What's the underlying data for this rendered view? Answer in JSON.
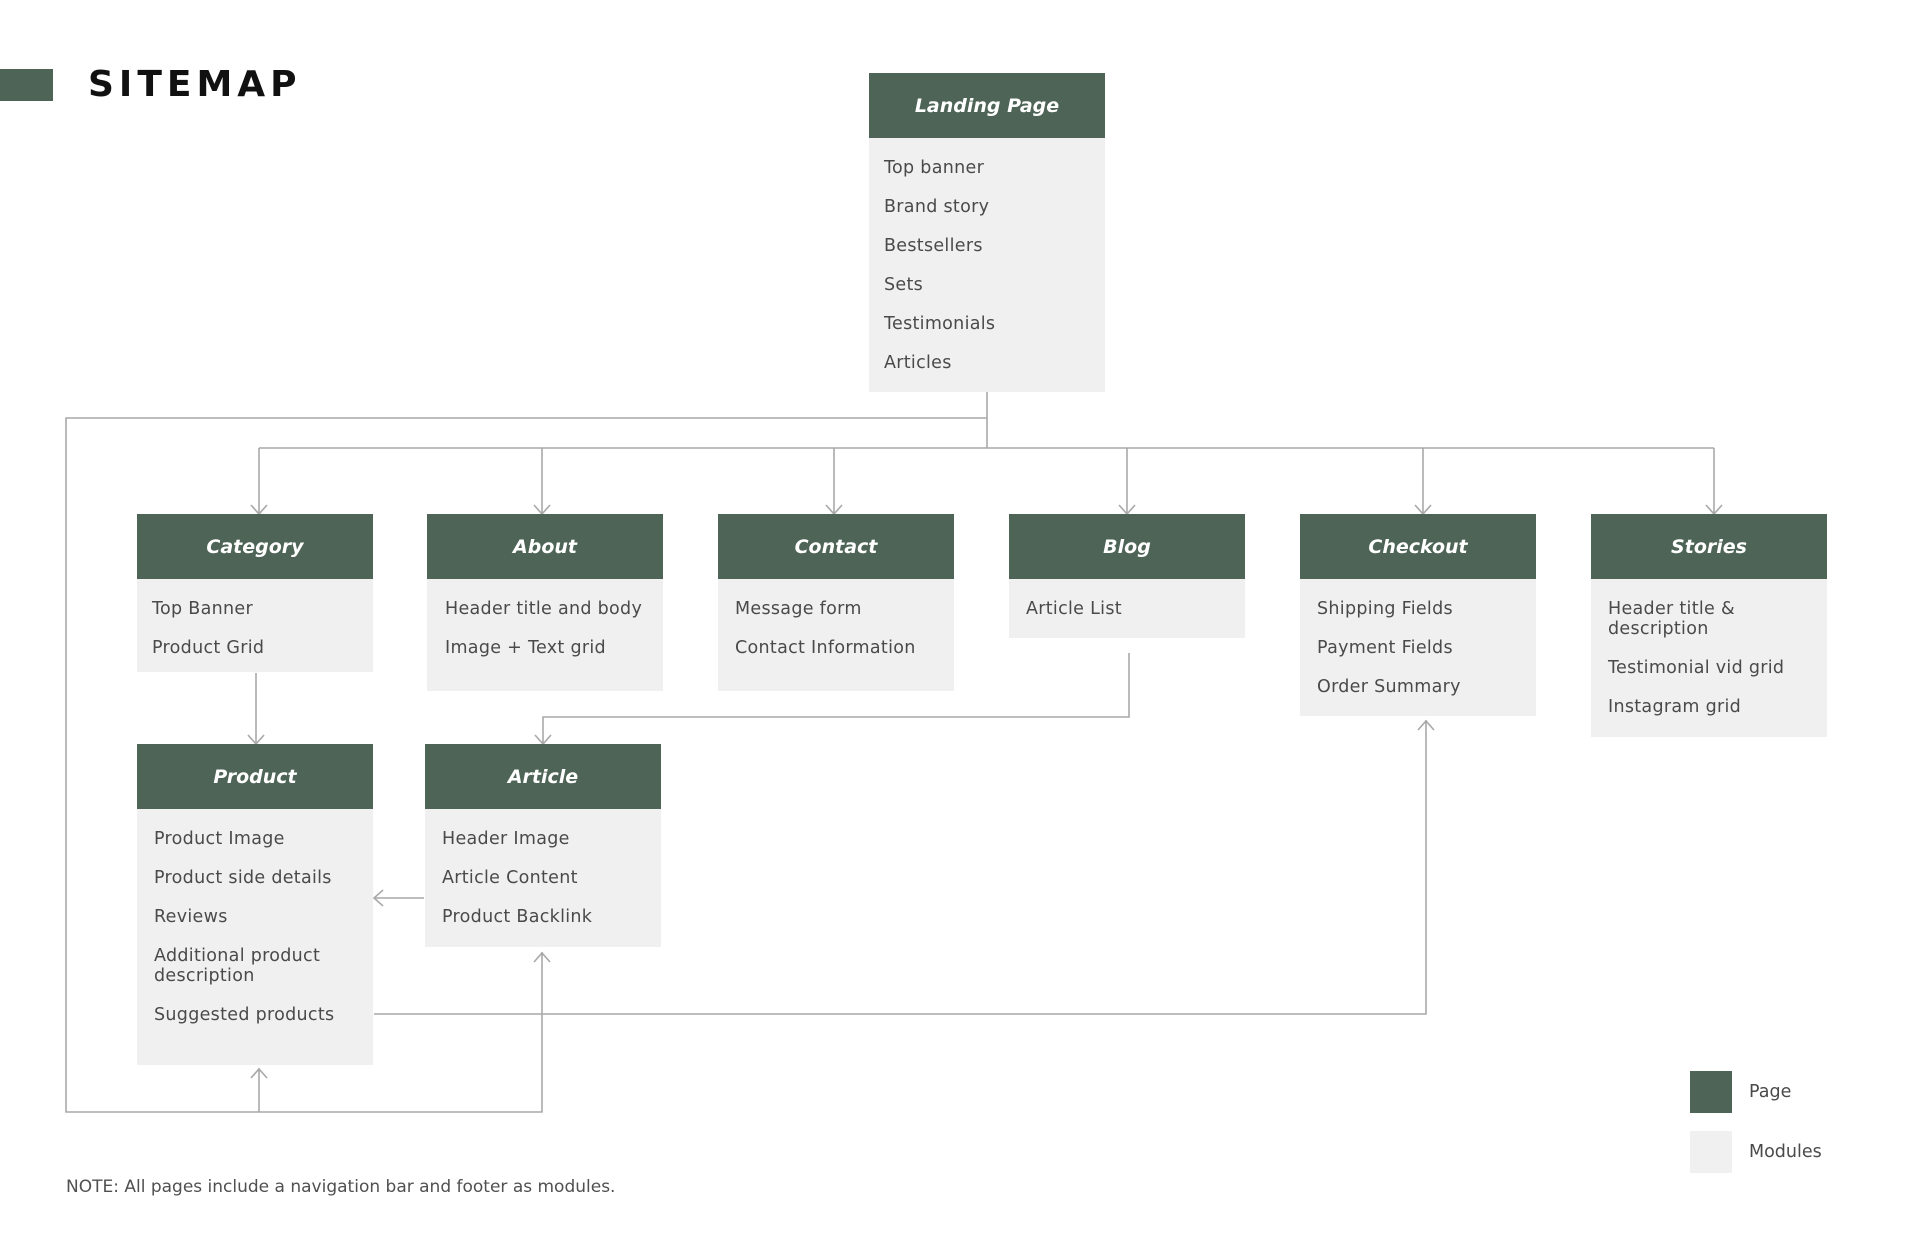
{
  "title": "SITEMAP",
  "colors": {
    "page": "#4e6456",
    "modules": "#f0f0f0",
    "connector": "#a9a9a9"
  },
  "pages": {
    "landing": {
      "title": "Landing Page",
      "modules": [
        "Top banner",
        "Brand story",
        "Bestsellers",
        "Sets",
        "Testimonials",
        "Articles"
      ]
    },
    "category": {
      "title": "Category",
      "modules": [
        "Top Banner",
        "Product Grid"
      ]
    },
    "about": {
      "title": "About",
      "modules": [
        "Header title and body",
        "Image + Text grid"
      ]
    },
    "contact": {
      "title": "Contact",
      "modules": [
        "Message form",
        "Contact Information"
      ]
    },
    "blog": {
      "title": "Blog",
      "modules": [
        "Article List"
      ]
    },
    "checkout": {
      "title": "Checkout",
      "modules": [
        "Shipping Fields",
        "Payment Fields",
        "Order Summary"
      ]
    },
    "stories": {
      "title": "Stories",
      "modules": [
        "Header title & description",
        "Testimonial vid grid",
        "Instagram grid"
      ]
    },
    "product": {
      "title": "Product",
      "modules": [
        "Product Image",
        "Product side details",
        "Reviews",
        "Additional product description",
        "Suggested products"
      ]
    },
    "article": {
      "title": "Article",
      "modules": [
        "Header Image",
        "Article Content",
        "Product Backlink"
      ]
    }
  },
  "legend": {
    "page_label": "Page",
    "modules_label": "Modules"
  },
  "note": "NOTE: All pages include a navigation bar and footer as modules."
}
